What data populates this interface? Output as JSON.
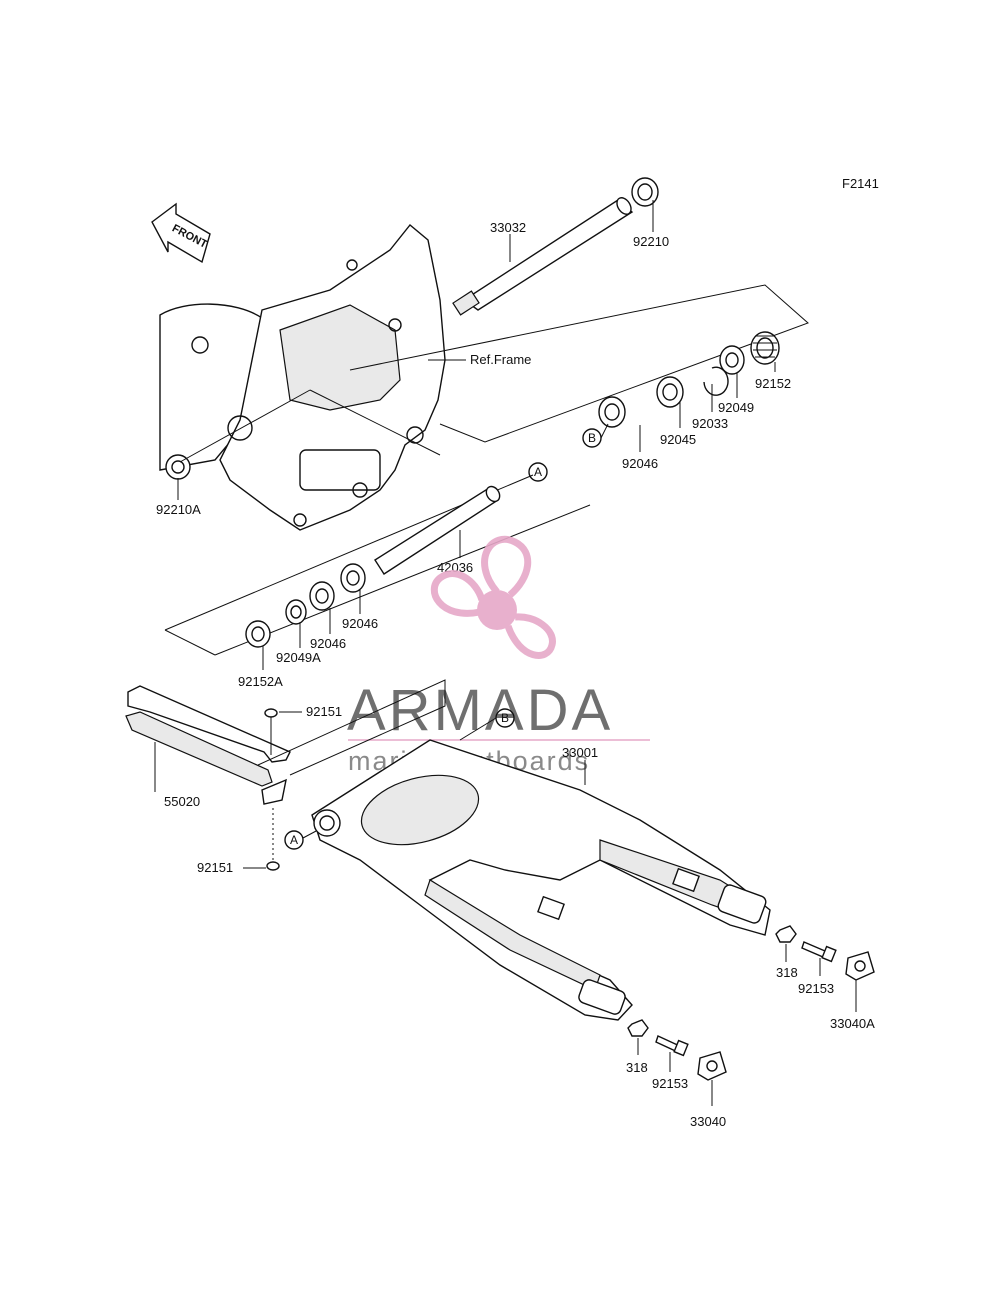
{
  "diagram_code": "F2141",
  "front_label": "FRONT",
  "ref_frame_label": "Ref.Frame",
  "watermark": {
    "brand": "ARMADA",
    "tagline": "marine outboards",
    "logo_color": "#e6a8c8",
    "text_color": "#6f6f6f"
  },
  "parts": {
    "p33032": "33032",
    "p92210": "92210",
    "p92210A": "92210A",
    "p92152": "92152",
    "p92049": "92049",
    "p92033": "92033",
    "p92045": "92045",
    "p92046_upper": "92046",
    "p42036": "42036",
    "p92046_a": "92046",
    "p92046_b": "92046",
    "p92049A": "92049A",
    "p92152A": "92152A",
    "p92151_upper": "92151",
    "p92151_lower": "92151",
    "p55020": "55020",
    "p33001": "33001",
    "p318_right": "318",
    "p92153_right": "92153",
    "p33040A": "33040A",
    "p318_left": "318",
    "p92153_left": "92153",
    "p33040": "33040"
  },
  "callouts": {
    "A": "A",
    "B": "B"
  }
}
